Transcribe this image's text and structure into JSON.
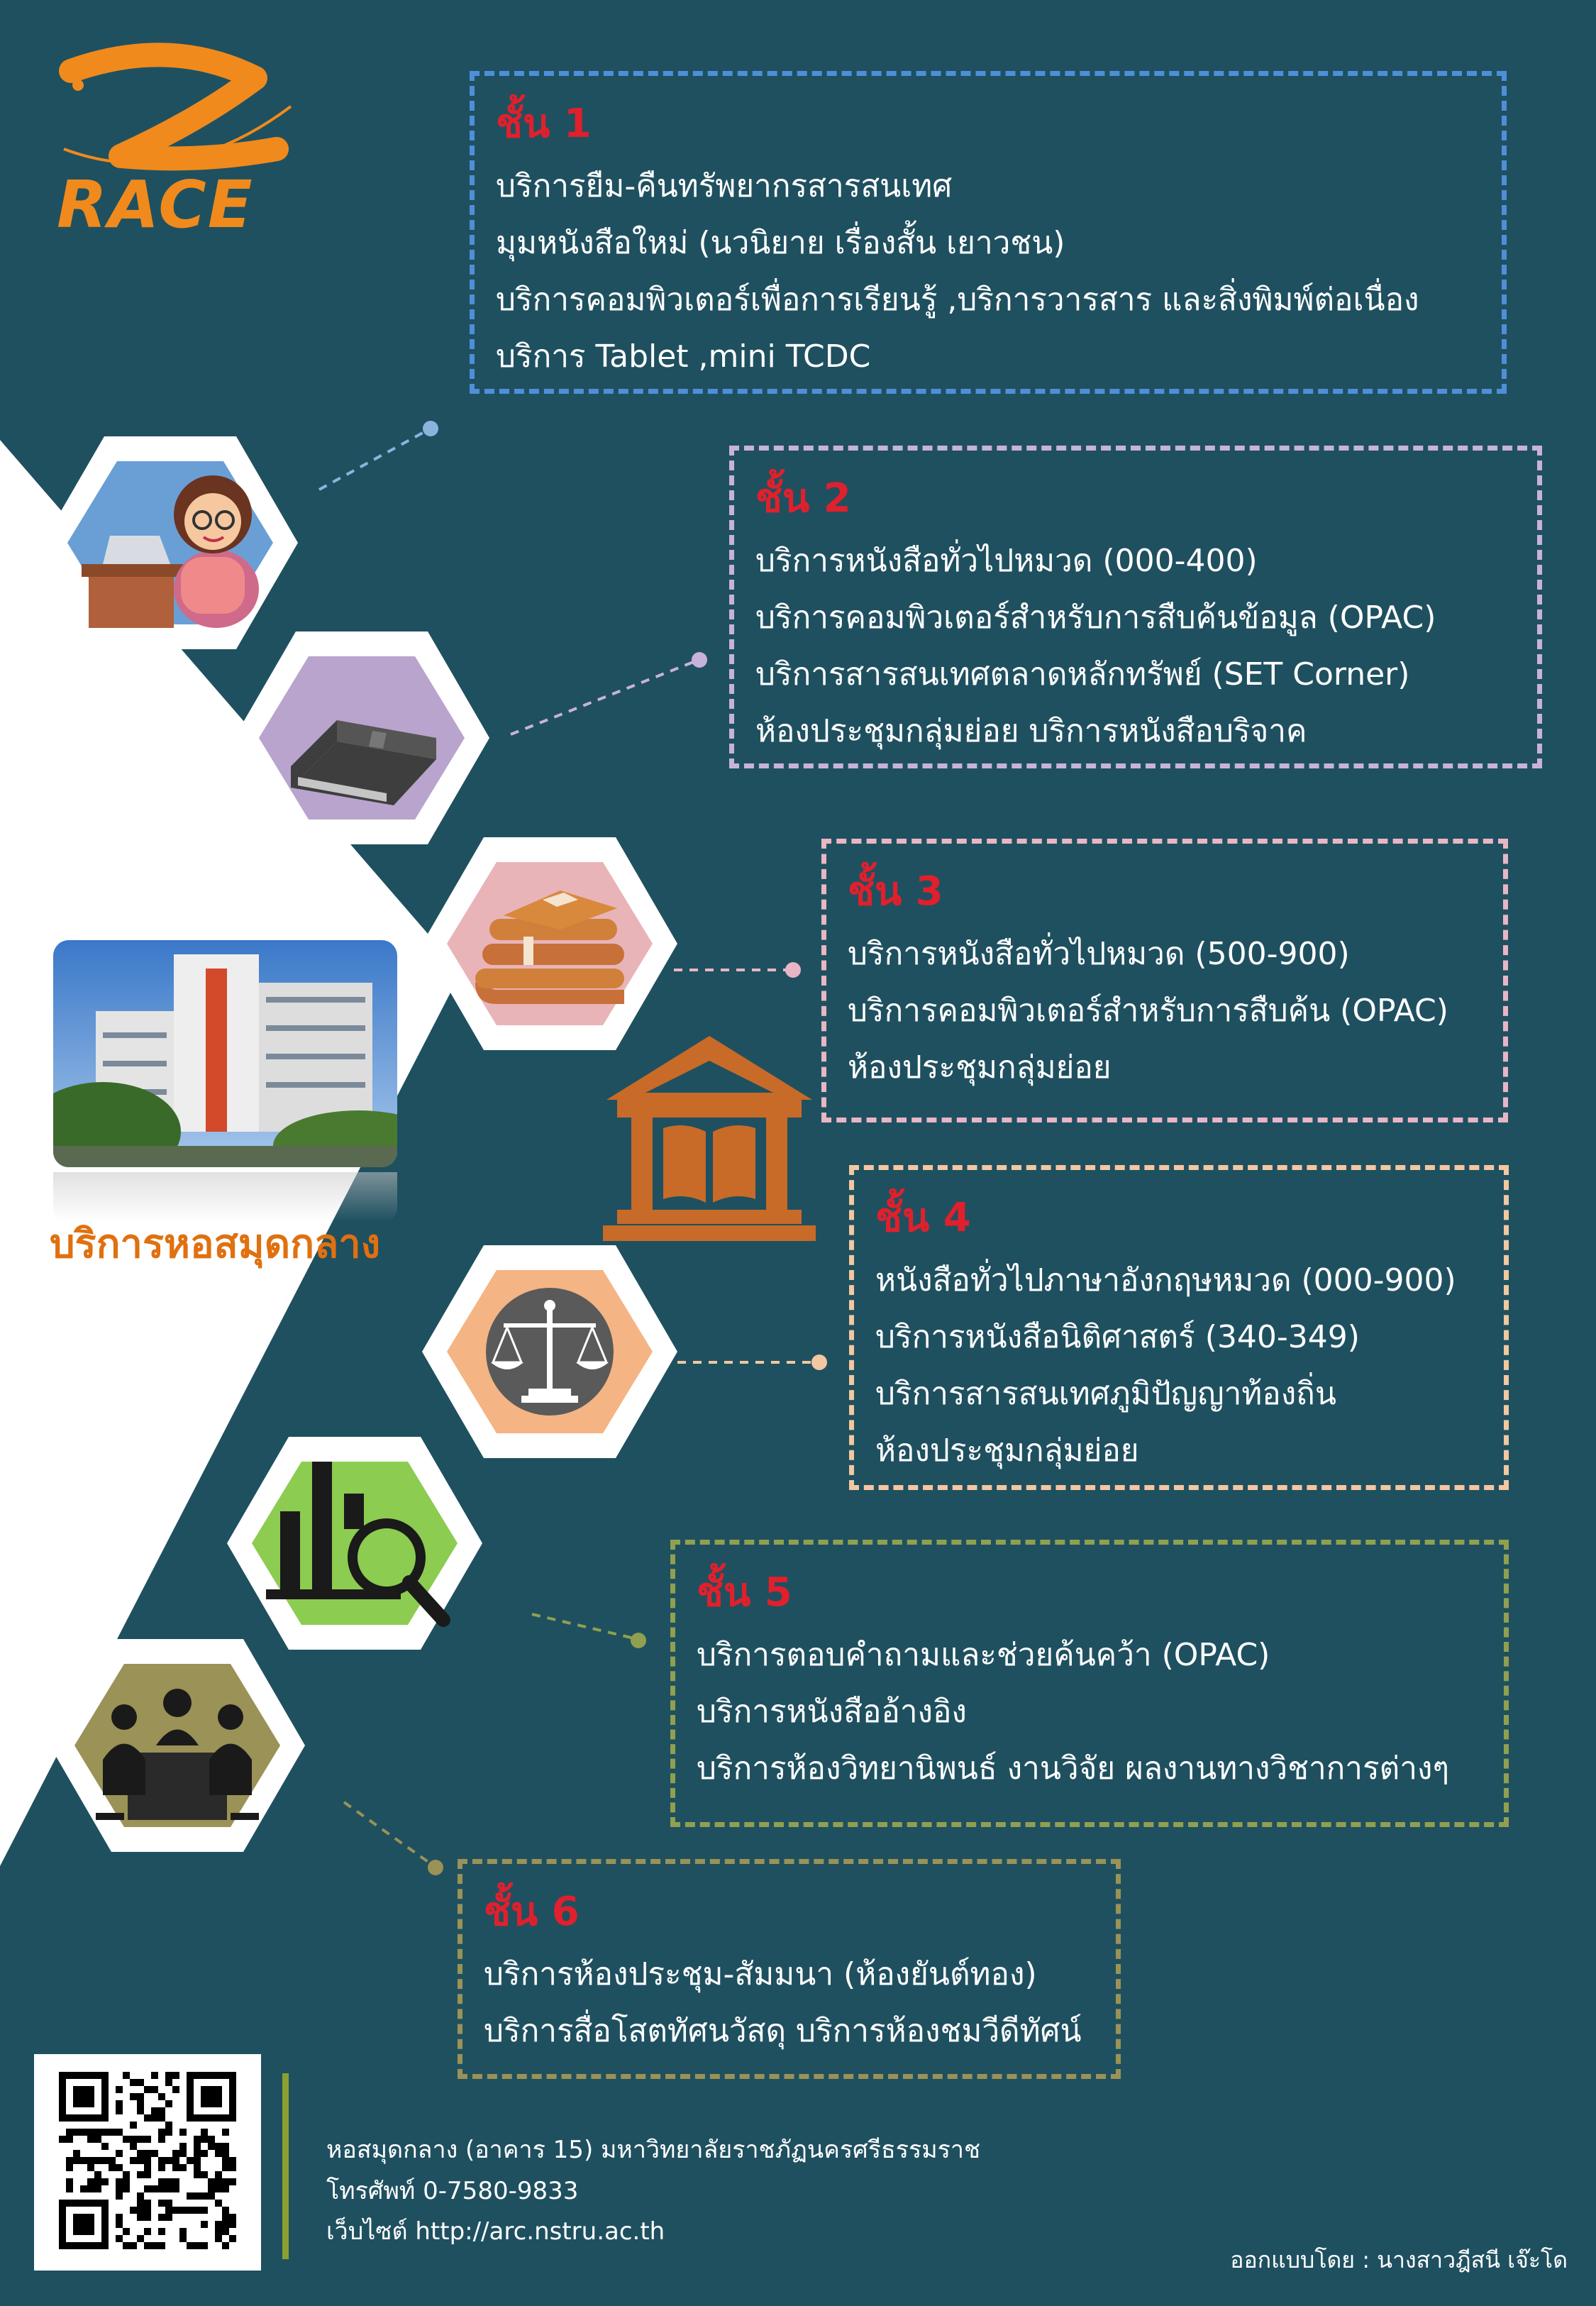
{
  "logo": {
    "text": "RACE",
    "icon": "race-swoosh-logo"
  },
  "center": {
    "title": "บริการหอสมุดกลาง",
    "photo": "library-building-photo",
    "icon": "library-building-icon"
  },
  "floors": [
    {
      "title": "ชั้น 1",
      "border_color": "#4f8fd8",
      "lines": [
        "บริการยืม-คืนทรัพยากรสารสนเทศ",
        "มุมหนังสือใหม่ (นวนิยาย เรื่องสั้น เยาวชน)",
        "บริการคอมพิวเตอร์เพื่อการเรียนรู้ ,บริการวารสาร และสิ่งพิมพ์ต่อเนื่อง",
        "บริการ Tablet ,mini TCDC"
      ]
    },
    {
      "title": "ชั้น 2",
      "border_color": "#c8b2dc",
      "lines": [
        "บริการหนังสือทั่วไปหมวด (000-400)",
        "บริการคอมพิวเตอร์สำหรับการสืบค้นข้อมูล (OPAC)",
        "บริการสารสนเทศตลาดหลักทรัพย์ (SET Corner)",
        "ห้องประชุมกลุ่มย่อย บริการหนังสือบริจาค"
      ]
    },
    {
      "title": "ชั้น 3",
      "border_color": "#e8b6c4",
      "lines": [
        "บริการหนังสือทั่วไปหมวด (500-900)",
        "บริการคอมพิวเตอร์สำหรับการสืบค้น (OPAC)",
        "ห้องประชุมกลุ่มย่อย"
      ]
    },
    {
      "title": "ชั้น 4",
      "border_color": "#f2c8a0",
      "lines": [
        "หนังสือทั่วไปภาษาอังกฤษหมวด (000-900)",
        "บริการหนังสือนิติศาสตร์ (340-349)",
        "บริการสารสนเทศภูมิปัญญาท้องถิ่น",
        "ห้องประชุมกลุ่มย่อย"
      ]
    },
    {
      "title": "ชั้น 5",
      "border_color": "#90a050",
      "lines": [
        "บริการตอบคำถามและช่วยค้นคว้า (OPAC)",
        "บริการหนังสืออ้างอิง",
        "บริการห้องวิทยานิพนธ์ งานวิจัย ผลงานทางวิชาการต่างๆ"
      ]
    },
    {
      "title": "ชั้น 6",
      "border_color": "#9a9256",
      "lines": [
        "บริการห้องประชุม-สัมมนา (ห้องยันต์ทอง)",
        "บริการสื่อโสตทัศนวัสดุ บริการห้องชมวีดีทัศน์"
      ]
    }
  ],
  "icons": [
    {
      "name": "librarian-icon",
      "hex_color": "#6a9fd6"
    },
    {
      "name": "book-icon",
      "hex_color": "#b8a4cc"
    },
    {
      "name": "book-stack-icon",
      "hex_color": "#e8b4b8"
    },
    {
      "name": "scales-of-justice-icon",
      "hex_color": "#f4b484"
    },
    {
      "name": "research-chart-icon",
      "hex_color": "#8ccc50"
    },
    {
      "name": "meeting-icon",
      "hex_color": "#9a9256"
    }
  ],
  "footer": {
    "qr": "qr-code",
    "address": "หอสมุดกลาง (อาคาร 15) มหาวิทยาลัยราชภัฏนครศรีธรรมราช",
    "phone": "โทรศัพท์ 0-7580-9833",
    "website": "เว็บไซต์ http://arc.nstru.ac.th",
    "designer": "ออกแบบโดย : นางสาวฎีสนี เจ๊ะโด"
  }
}
